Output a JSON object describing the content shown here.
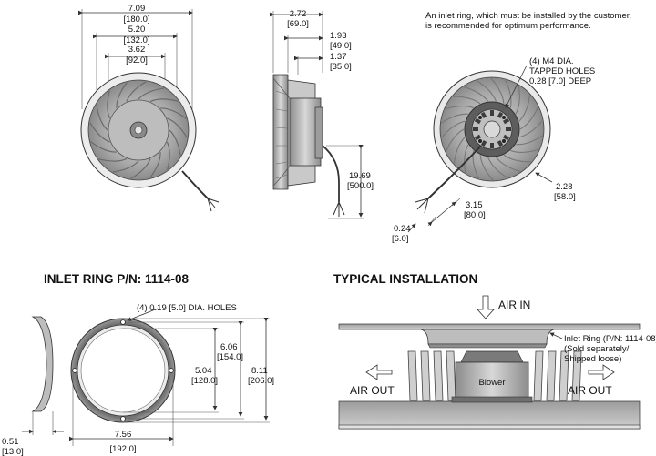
{
  "notes": {
    "inlet_ring_note_line1": "An inlet ring, which must be installed by the customer,",
    "inlet_ring_note_line2": "is recommended for optimum performance."
  },
  "front_view": {
    "overall_dia_in": "7.09",
    "overall_dia_mm": "[180.0]",
    "wheel_dia_in": "5.20",
    "wheel_dia_mm": "[132.0]",
    "hub_dia_in": "3.62",
    "hub_dia_mm": "[92.0]"
  },
  "side_view": {
    "depth_in": "2.72",
    "depth_mm": "[69.0]",
    "d2_in": "1.93",
    "d2_mm": "[49.0]",
    "d3_in": "1.37",
    "d3_mm": "[35.0]",
    "lead_in": "19.69",
    "lead_mm": "[500.0]"
  },
  "rear_view": {
    "holes_line1": "(4) M4 DIA.",
    "holes_line2": "TAPPED HOLES",
    "holes_line3": "0.28 [7.0] DEEP",
    "r1_in": "2.28",
    "r1_mm": "[58.0]",
    "r2_in": "3.15",
    "r2_mm": "[80.0]",
    "r3_in": "0.24",
    "r3_mm": "[6.0]"
  },
  "inlet_ring": {
    "title": "INLET RING P/N: 1114-08",
    "holes_label": "(4) 0.19 [5.0] DIA. HOLES",
    "inner_dia_in": "5.04",
    "inner_dia_mm": "[128.0]",
    "bolt_dia_in": "6.06",
    "bolt_dia_mm": "[154.0]",
    "outer_dia_in": "8.11",
    "outer_dia_mm": "[206.0]",
    "width_in": "7.56",
    "width_mm": "[192.0]",
    "thickness_in": "0.51",
    "thickness_mm": "[13.0]"
  },
  "installation": {
    "title": "TYPICAL INSTALLATION",
    "air_in": "AIR IN",
    "air_out_left": "AIR OUT",
    "air_out_right": "AIR OUT",
    "blower_label": "Blower",
    "ring_note_line1": "Inlet Ring (P/N: 1114-08)",
    "ring_note_line2": "(Sold separately/",
    "ring_note_line3": "Shipped loose)"
  },
  "colors": {
    "line": "#333333",
    "metal": "#b5b5b5",
    "dark": "#555555"
  }
}
